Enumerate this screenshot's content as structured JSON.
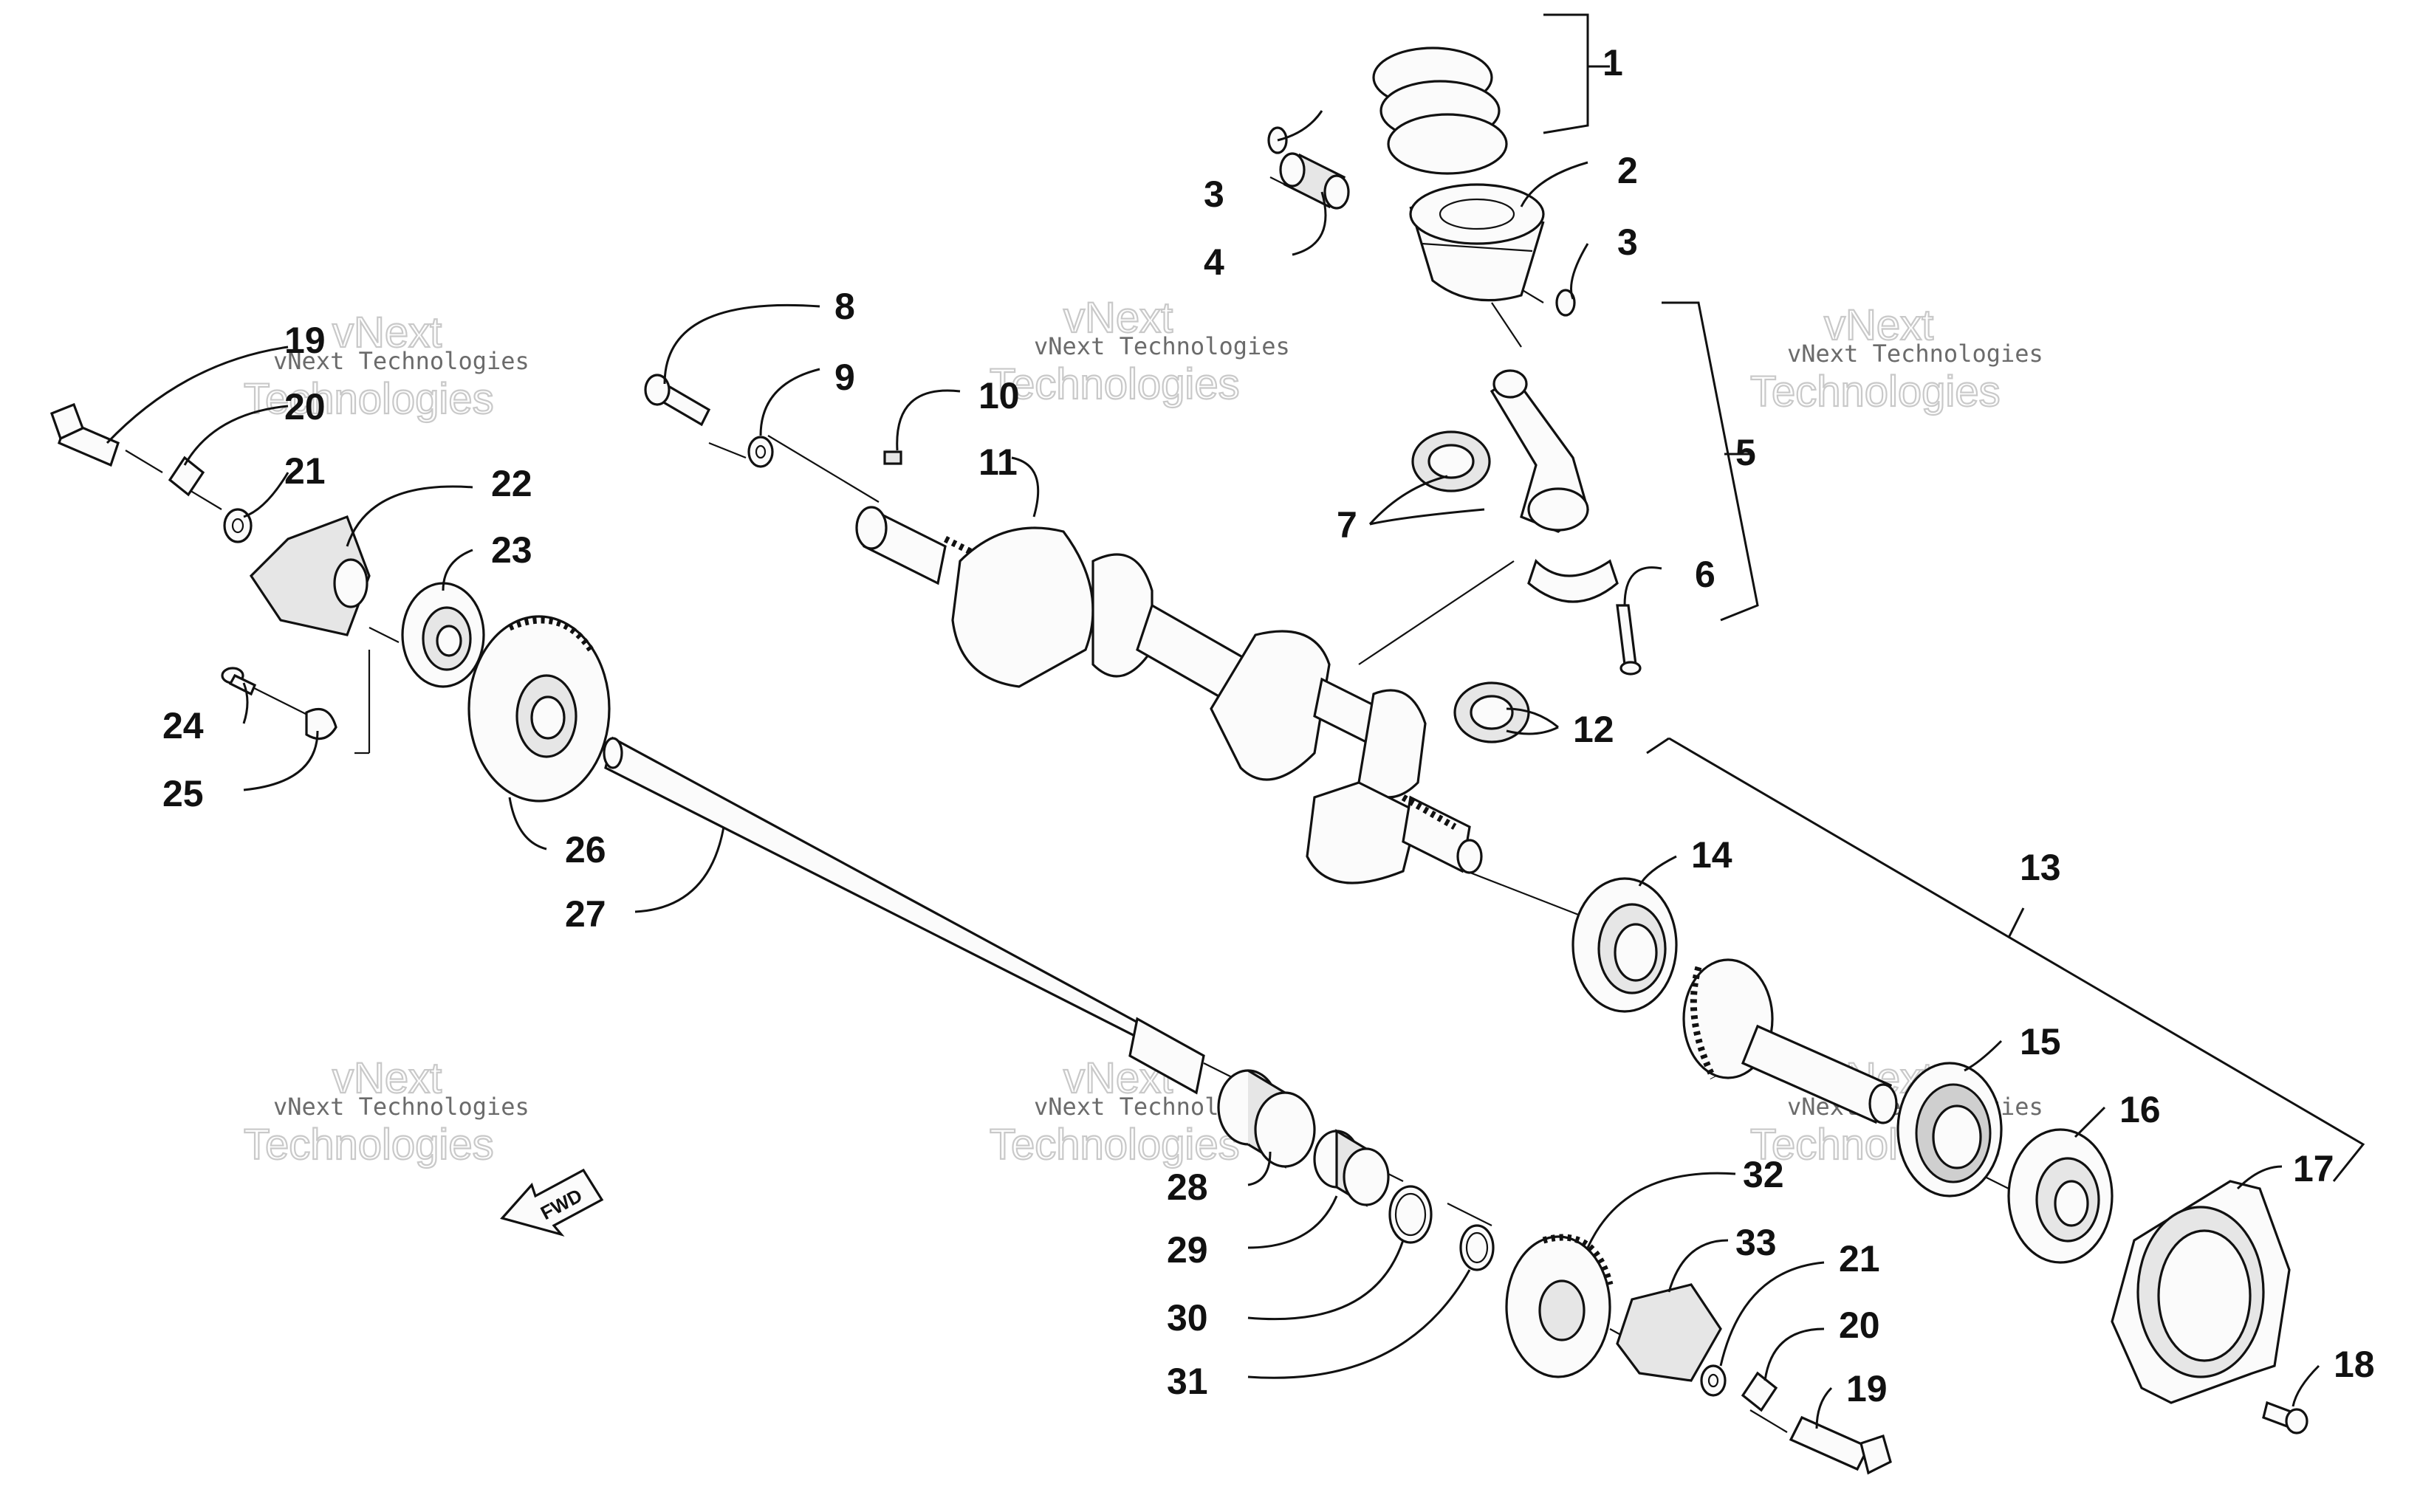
{
  "watermark": {
    "small": "vNext Technologies",
    "big_top": "vNext",
    "big_bottom": "Technologies"
  },
  "direction_marker": {
    "text": "FWD",
    "icon": "arrow-left-icon"
  },
  "callouts": {
    "c1": "1",
    "c2": "2",
    "c3a": "3",
    "c3b": "3",
    "c4": "4",
    "c5": "5",
    "c6": "6",
    "c7": "7",
    "c8": "8",
    "c9": "9",
    "c10": "10",
    "c11": "11",
    "c12": "12",
    "c13": "13",
    "c14": "14",
    "c15": "15",
    "c16": "16",
    "c17": "17",
    "c18": "18",
    "c19a": "19",
    "c19b": "19",
    "c20a": "20",
    "c20b": "20",
    "c21a": "21",
    "c21b": "21",
    "c22": "22",
    "c23": "23",
    "c24": "24",
    "c25": "25",
    "c26": "26",
    "c27": "27",
    "c28": "28",
    "c29": "29",
    "c30": "30",
    "c31": "31",
    "c32": "32",
    "c33": "33"
  }
}
